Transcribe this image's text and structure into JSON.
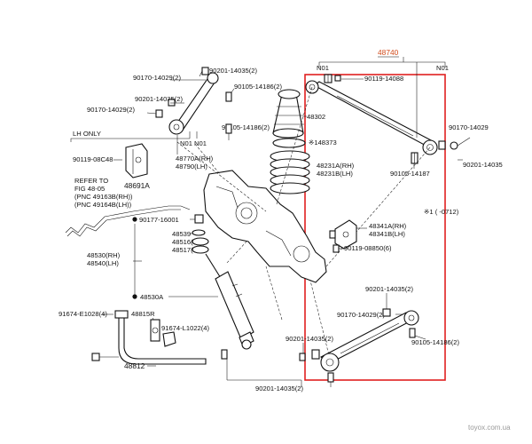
{
  "header": {
    "assembly_number": "48740",
    "n01_left": "N01",
    "n01_right": "N01"
  },
  "labels": {
    "p90201_14035_top": "90201-14035(2)",
    "p90170_14029_a": "90170-14029(2)",
    "p90201_14035_b": "90201-14035(2)",
    "p90105_14186_a": "90105-14186(2)",
    "p90170_14029_b": "90170-14029(2)",
    "p90105_14186_b": "90105-14186(2)",
    "lh_only": "LH ONLY",
    "p90119_08c48": "90119-08C48",
    "p48691a": "48691A",
    "refer_1": "REFER TO",
    "refer_2": "FIG 48-05",
    "refer_3": "(PNC 49163B(RH))",
    "refer_4": "(PNC 49164B(LH))",
    "n01_a": "N01",
    "n01_b": "N01",
    "p48770a": "48770A(RH)",
    "p48790": "48790(LH)",
    "p90119_14088": "90119-14088",
    "p48302": "48302",
    "p148373": "※148373",
    "p48231a": "48231A(RH)",
    "p48231b": "48231B(LH)",
    "p90170_14029_r": "90170-14029",
    "p90201_14035_r": "90201-14035",
    "p90105_14187": "90105-14187",
    "footnote": "※1 (    -0712)",
    "p90177_16001": "90177-16001",
    "p48539": "48539",
    "p48516": "48516(RH)",
    "p48517": "48517(LH)",
    "p48341a": "48341A(RH)",
    "p48341b": "48341B(LH)",
    "p90119_08850": "90119-08850(6)",
    "p48530": "48530(RH)",
    "p48540": "48540(LH)",
    "p48530a": "48530A",
    "p90201_14035_c": "90201-14035(2)",
    "p91674_e1028": "91674-E1028(4)",
    "p48815r": "48815R",
    "p90170_14029_c": "90170-14029(2)",
    "p91674_l1022": "91674-L1022(4)",
    "p90201_14035_d": "90201-14035(2)",
    "p90105_14186_c": "90105-14186(2)",
    "p48812": "48812",
    "p90201_14035_bottom": "90201-14035(2)"
  },
  "watermark": "toyox.com.ua",
  "colors": {
    "highlight_box": "#e02020",
    "highlight_text": "#d04a1a",
    "line": "#111111"
  },
  "icons": [
    "coil-spring-icon",
    "spring-bumper-icon",
    "lateral-rod-icon",
    "shock-absorber-icon",
    "stabilizer-bar-icon",
    "lower-control-arm-icon",
    "upper-control-arm-icon",
    "axle-housing-icon"
  ]
}
